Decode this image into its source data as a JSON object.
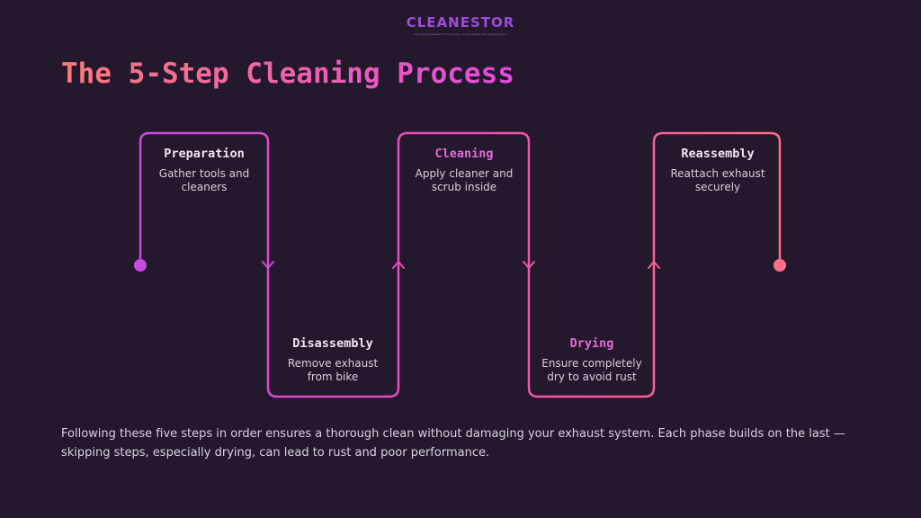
{
  "brand": {
    "name": "CLEANESTOR",
    "tagline": "The Industry Standard for bikes & cars - for the ultimate bike cleaning solution"
  },
  "title": "The 5-Step Cleaning Process",
  "steps": [
    {
      "title": "Preparation",
      "desc_1": "Gather tools and",
      "desc_2": "cleaners",
      "color": "#f0e6f5"
    },
    {
      "title": "Disassembly",
      "desc_1": "Remove exhaust",
      "desc_2": "from bike",
      "color": "#f0e6f5"
    },
    {
      "title": "Cleaning",
      "desc_1": "Apply cleaner and",
      "desc_2": "scrub inside",
      "color": "#e56ad8"
    },
    {
      "title": "Drying",
      "desc_1": "Ensure completely",
      "desc_2": "dry to avoid rust",
      "color": "#e56ad8"
    },
    {
      "title": "Reassembly",
      "desc_1": "Reattach exhaust",
      "desc_2": "securely",
      "color": "#f0e6f5"
    }
  ],
  "footer_text": "Following these five steps in order ensures a thorough clean without damaging your exhaust system. Each phase builds on the last — skipping steps, especially drying, can lead to rust and poor performance.",
  "colors": {
    "background": "#23182c",
    "path_start": "#c54be0",
    "path_end": "#ff6e86"
  }
}
